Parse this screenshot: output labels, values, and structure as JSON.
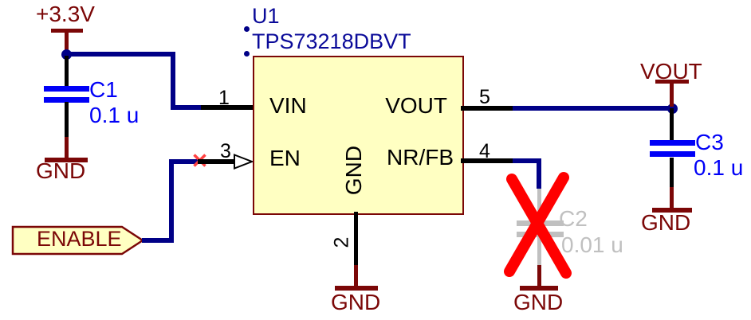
{
  "ic": {
    "refdes": "U1",
    "part_number": "TPS73218DBVT",
    "pins": {
      "vin": {
        "number": "1",
        "name": "VIN"
      },
      "gnd": {
        "number": "2",
        "name": "GND"
      },
      "en": {
        "number": "3",
        "name": "EN"
      },
      "nrfb": {
        "number": "4",
        "name": "NR/FB"
      },
      "vout": {
        "number": "5",
        "name": "VOUT"
      }
    }
  },
  "power_ports": {
    "vcc": "+3.3V",
    "vout": "VOUT"
  },
  "grounds": {
    "c1": "GND",
    "u1": "GND",
    "c2": "GND",
    "c3": "GND"
  },
  "capacitors": {
    "c1": {
      "refdes": "C1",
      "value": "0.1 u"
    },
    "c2": {
      "refdes": "C2",
      "value": "0.01 u",
      "crossed_out": true
    },
    "c3": {
      "refdes": "C3",
      "value": "0.1 u"
    }
  },
  "net_flags": {
    "enable": "ENABLE"
  },
  "colors": {
    "wire_navy": "#000087",
    "component_maroon": "#7B0707",
    "capacitor_blue": "#0000F7",
    "ic_fill": "#FFFFC2",
    "label_navy": "#0A0A99",
    "disabled_gray": "#C0C0C0",
    "error_red": "#FF0000",
    "error_x_red": "#FF4242",
    "pin_black": "#000000"
  }
}
